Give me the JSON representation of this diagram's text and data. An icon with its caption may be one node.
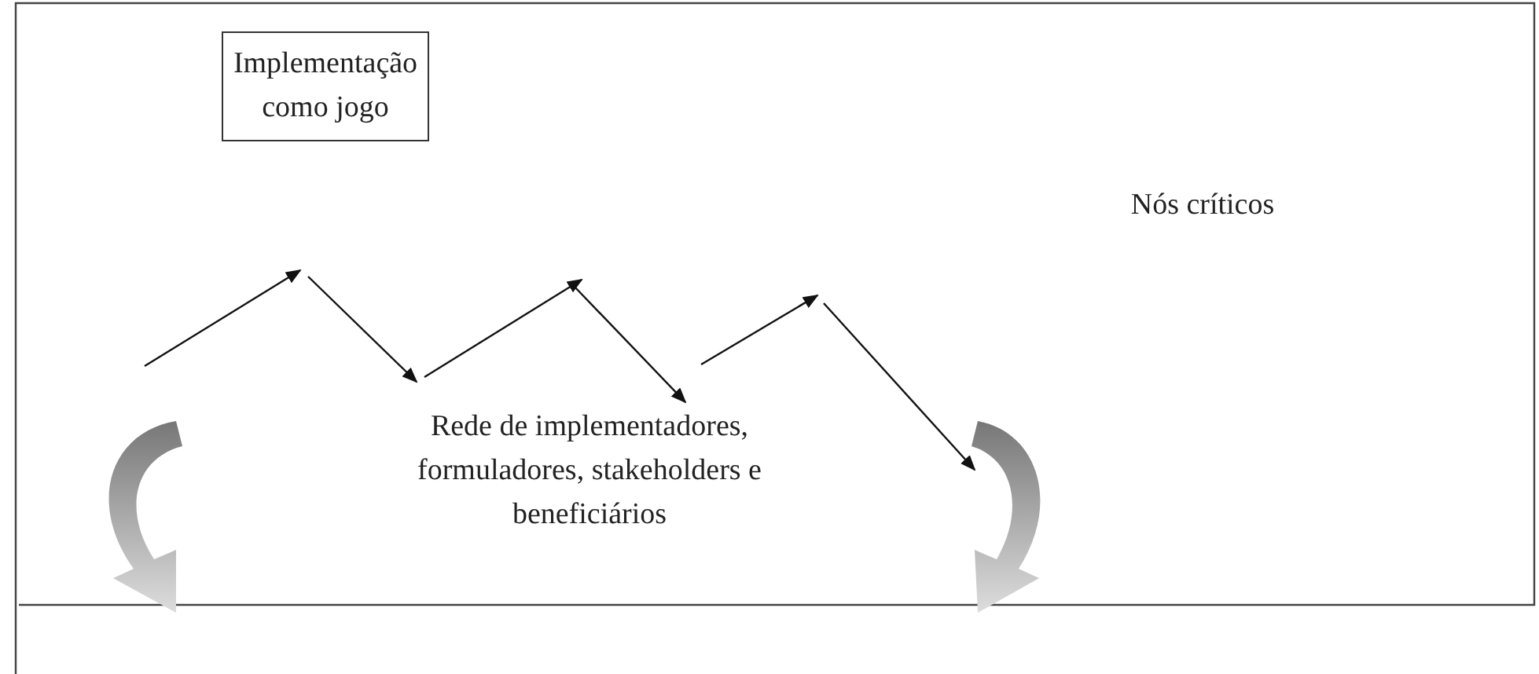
{
  "diagram": {
    "nodes": [
      {
        "text": [
          "Implementação como jogo"
        ]
      },
      {
        "text": [
          "Rede de implementadores, formuladores, stakeholders e beneficiários"
        ]
      },
      {
        "text": [
          "Nós críticos"
        ]
      }
    ],
    "edges": []
  }
}
